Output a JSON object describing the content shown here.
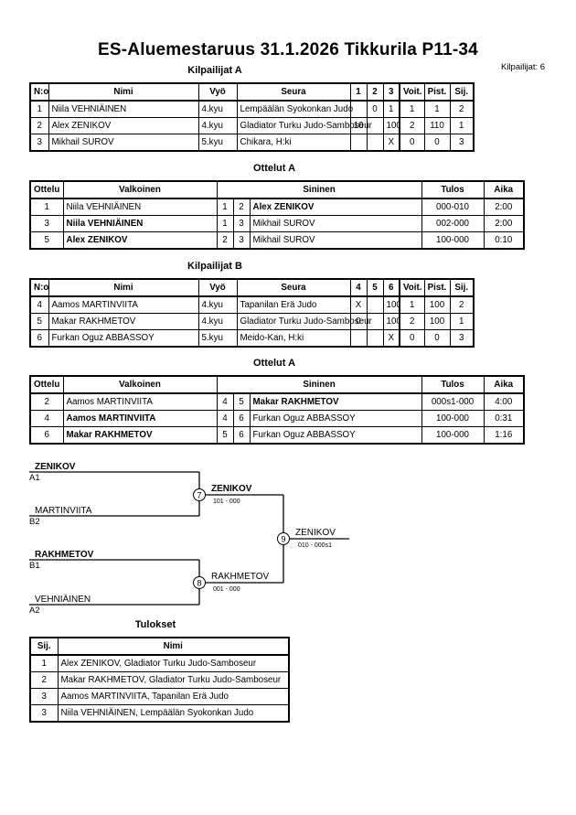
{
  "header": {
    "title": "ES-Aluemestaruus  31.1.2026  Tikkurila   P11-34",
    "count": "Kilpailijat: 6"
  },
  "pool_a": {
    "title": "Kilpailijat A",
    "cols": [
      "N:o",
      "Nimi",
      "Vyö",
      "Seura",
      "1",
      "2",
      "3",
      "Voit.",
      "Pist.",
      "Sij."
    ],
    "rows": [
      {
        "no": "1",
        "name": "Niila VEHNIÄINEN",
        "belt": "4.kyu",
        "club": "Lempäälän Syokonkan Judo",
        "r1": "",
        "r2": "0",
        "r3": "1",
        "wins": "1",
        "pts": "1",
        "place": "2"
      },
      {
        "no": "2",
        "name": "Alex ZENIKOV",
        "belt": "4.kyu",
        "club": "Gladiator Turku Judo-Samboseur",
        "r1": "10",
        "r2": "",
        "r3": "100",
        "wins": "2",
        "pts": "110",
        "place": "1"
      },
      {
        "no": "3",
        "name": "Mikhail SUROV",
        "belt": "5.kyu",
        "club": "Chikara, H:ki",
        "r1": "",
        "r2": "",
        "r3": "X",
        "wins": "0",
        "pts": "0",
        "place": "3"
      }
    ]
  },
  "matches_a": {
    "title": "Ottelut A",
    "cols": [
      "Ottelu",
      "Valkoinen",
      "Sininen",
      "Tulos",
      "Aika"
    ],
    "rows": [
      {
        "no": "1",
        "white": "Niila VEHNIÄINEN",
        "wn": "1",
        "bn": "2",
        "blue": "Alex ZENIKOV",
        "result": "000-010",
        "time": "2:00",
        "wb": false,
        "bb": true
      },
      {
        "no": "3",
        "white": "Niila VEHNIÄINEN",
        "wn": "1",
        "bn": "3",
        "blue": "Mikhail SUROV",
        "result": "002-000",
        "time": "2:00",
        "wb": true,
        "bb": false
      },
      {
        "no": "5",
        "white": "Alex ZENIKOV",
        "wn": "2",
        "bn": "3",
        "blue": "Mikhail SUROV",
        "result": "100-000",
        "time": "0:10",
        "wb": true,
        "bb": false
      }
    ]
  },
  "pool_b": {
    "title": "Kilpailijat B",
    "cols": [
      "N:o",
      "Nimi",
      "Vyö",
      "Seura",
      "4",
      "5",
      "6",
      "Voit.",
      "Pist.",
      "Sij."
    ],
    "rows": [
      {
        "no": "4",
        "name": "Aamos MARTINVIITA",
        "belt": "4.kyu",
        "club": "Tapanilan Erä Judo",
        "r1": "X",
        "r2": "",
        "r3": "100",
        "wins": "1",
        "pts": "100",
        "place": "2"
      },
      {
        "no": "5",
        "name": "Makar RAKHMETOV",
        "belt": "4.kyu",
        "club": "Gladiator Turku Judo-Samboseur",
        "r1": "0",
        "r2": "",
        "r3": "100",
        "wins": "2",
        "pts": "100",
        "place": "1"
      },
      {
        "no": "6",
        "name": "Furkan Oguz ABBASSOY",
        "belt": "5.kyu",
        "club": "Meido-Kan, H:ki",
        "r1": "",
        "r2": "",
        "r3": "X",
        "wins": "0",
        "pts": "0",
        "place": "3"
      }
    ]
  },
  "matches_b": {
    "title": "Ottelut A",
    "cols": [
      "Ottelu",
      "Valkoinen",
      "Sininen",
      "Tulos",
      "Aika"
    ],
    "rows": [
      {
        "no": "2",
        "white": "Aamos MARTINVIITA",
        "wn": "4",
        "bn": "5",
        "blue": "Makar RAKHMETOV",
        "result": "000s1-000",
        "time": "4:00",
        "wb": false,
        "bb": true
      },
      {
        "no": "4",
        "white": "Aamos MARTINVIITA",
        "wn": "4",
        "bn": "6",
        "blue": "Furkan Oguz ABBASSOY",
        "result": "100-000",
        "time": "0:31",
        "wb": true,
        "bb": false
      },
      {
        "no": "6",
        "white": "Makar RAKHMETOV",
        "wn": "5",
        "bn": "6",
        "blue": "Furkan Oguz ABBASSOY",
        "result": "100-000",
        "time": "1:16",
        "wb": true,
        "bb": false
      }
    ]
  },
  "bracket": {
    "top_name": "ZENIKOV",
    "top_seed": "A1",
    "second_name": "MARTINVIITA",
    "second_seed": "B2",
    "third_name": "RAKHMETOV",
    "third_seed": "B1",
    "fourth_name": "VEHNIÄINEN",
    "fourth_seed": "A2",
    "semi1_no": "7",
    "semi1_winner": "ZENIKOV",
    "semi1_score": "101 - 000",
    "semi2_no": "8",
    "semi2_winner": "RAKHMETOV",
    "semi2_score": "001 - 000",
    "final_no": "9",
    "final_winner": "ZENIKOV",
    "final_score": "010 - 000s1"
  },
  "results": {
    "title": "Tulokset",
    "cols": [
      "Sij.",
      "Nimi"
    ],
    "rows": [
      {
        "place": "1",
        "name": "Alex ZENIKOV, Gladiator Turku Judo-Samboseur"
      },
      {
        "place": "2",
        "name": "Makar RAKHMETOV, Gladiator Turku Judo-Samboseur"
      },
      {
        "place": "3",
        "name": "Aamos MARTINVIITA, Tapanilan Erä Judo"
      },
      {
        "place": "3",
        "name": "Niila VEHNIÄINEN, Lempäälän Syokonkan Judo"
      }
    ]
  }
}
